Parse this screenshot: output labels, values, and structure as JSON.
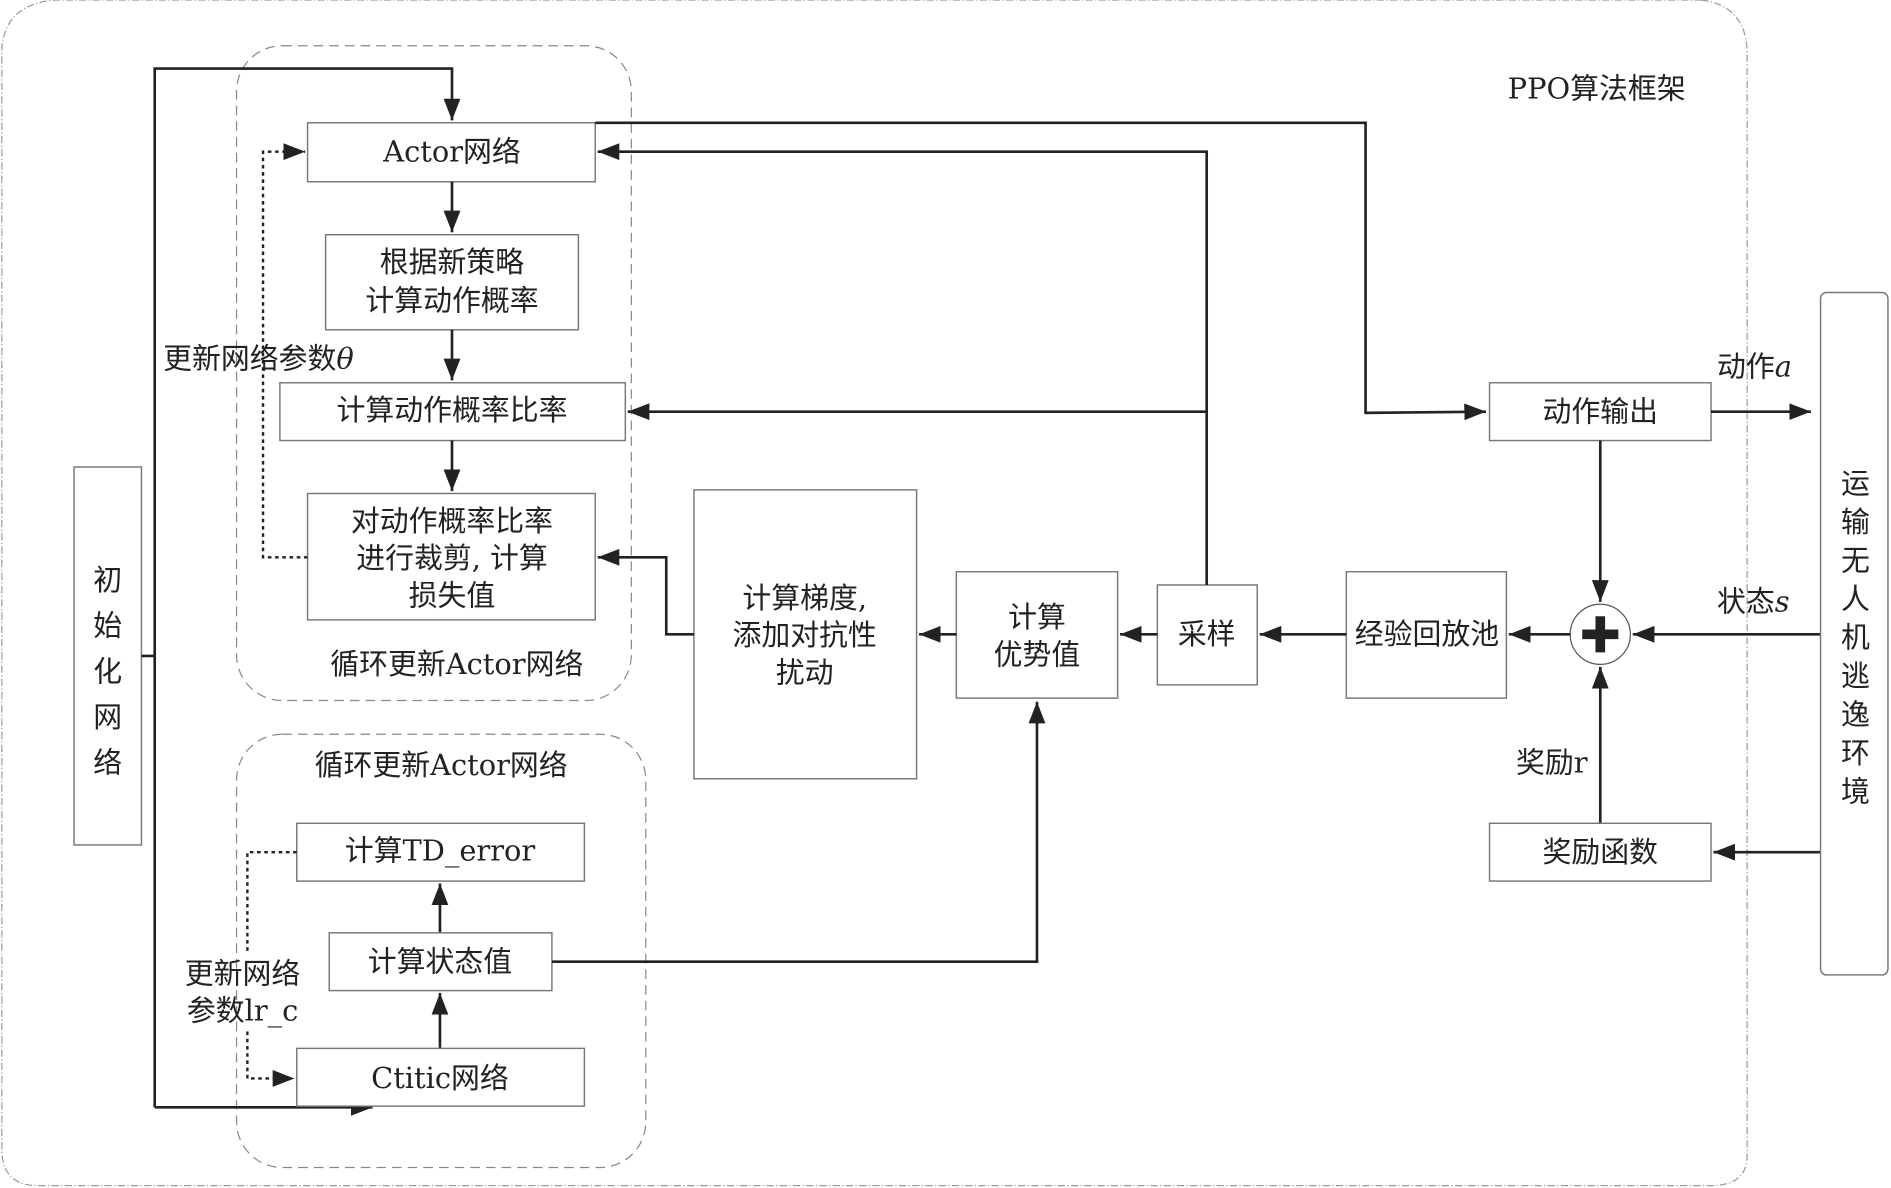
{
  "framework_title": "PPO算法框架",
  "init_network": [
    "初",
    "始",
    "化",
    "网",
    "络"
  ],
  "actor_group": {
    "label": "循环更新Actor网络",
    "actor_network": "Actor网络",
    "new_policy": [
      "根据新策略",
      "计算动作概率"
    ],
    "prob_ratio": "计算动作概率比率",
    "clip_loss": [
      "对动作概率比率",
      "进行裁剪, 计算",
      "损失值"
    ],
    "update_param_label": "更新网络参数",
    "update_param_symbol": "θ"
  },
  "critic_group": {
    "label": "循环更新Actor网络",
    "td_error": "计算TD_error",
    "state_value": "计算状态值",
    "critic_network": "Ctitic网络",
    "update_param_lines": [
      "更新网络",
      "参数lr_c"
    ]
  },
  "gradient_box": [
    "计算梯度,",
    "添加对抗性",
    "扰动"
  ],
  "advantage_box": [
    "计算",
    "优势值"
  ],
  "sample_box": "采样",
  "replay_buffer": "经验回放池",
  "action_output": "动作输出",
  "reward_function": "奖励函数",
  "environment": [
    "运",
    "输",
    "无",
    "人",
    "机",
    "逃",
    "逸",
    "环",
    "境"
  ],
  "edge_labels": {
    "action": "动作",
    "action_symbol": "a",
    "state": "状态",
    "state_symbol": "s",
    "reward": "奖励r"
  },
  "sum_node_icon": "plus-circle-icon"
}
